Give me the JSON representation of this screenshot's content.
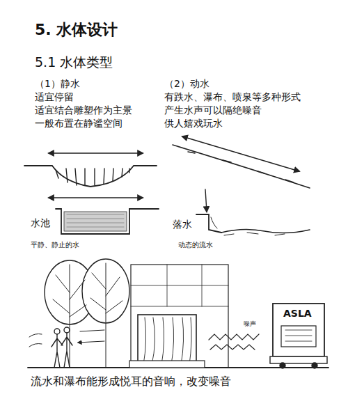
{
  "diagram": {
    "title": "5. 水体设计",
    "caption": "流水和瀑布能形成悦耳的音响，改变噪音",
    "labels": [
      "5.1 水体类型",
      "（1）静水",
      "适宜停留",
      "适宜结合雕塑作为主景",
      "一般布置在静谧空间",
      "（2）动水",
      "有跌水、瀑布、喷泉等多种形式",
      "产生水声可以隔绝噪音",
      "供人嬉戏玩水",
      "水池",
      "平静、静止的水",
      "落水",
      "动态的流水",
      "噪声",
      "ASLA"
    ]
  }
}
